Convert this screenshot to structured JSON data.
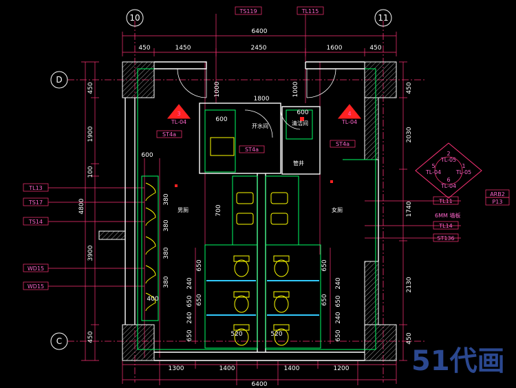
{
  "colors": {
    "background": "#000000",
    "wall": "#ffffff",
    "partition": "#00ff66",
    "grid": "#ff3377",
    "dimension": "#ff3377",
    "fixture": "#ffff00",
    "bar": "#33ccff",
    "tag": "#ff66cc",
    "watermark": "#3355aa"
  },
  "grid_axes": {
    "top_left": "10",
    "top_right": "11",
    "left_top": "D",
    "left_bottom": "C"
  },
  "top_dims": {
    "overall": "6400",
    "segments": [
      "450",
      "1450",
      "2450",
      "1600",
      "450"
    ]
  },
  "bottom_dims": {
    "overall": "6400",
    "segments": [
      "1300",
      "1400",
      "1400",
      "1200"
    ]
  },
  "left_dims": {
    "overall": "4800",
    "segments": [
      "450",
      "1900",
      "100",
      "3900",
      "450"
    ]
  },
  "right_dims": {
    "segments": [
      "450",
      "2030",
      "1740",
      "2130",
      "450"
    ]
  },
  "interior_dims": [
    "1000",
    "1000",
    "1800",
    "600",
    "600",
    "600",
    "700",
    "650",
    "650",
    "240",
    "650",
    "240",
    "650",
    "520",
    "520",
    "380",
    "380",
    "380",
    "380",
    "400",
    "650",
    "650",
    "240",
    "650",
    "240",
    "650"
  ],
  "top_tags": [
    "TS119",
    "TL115"
  ],
  "left_tags": [
    "TL13",
    "TS17",
    "TS14",
    "WD15",
    "WD15"
  ],
  "right_tags": [
    "TL11",
    "TL14",
    "ST136",
    "ARB2",
    "P13"
  ],
  "inner_tags": [
    "ST4a",
    "ST4a",
    "ST4a"
  ],
  "section_marks": [
    {
      "num": "3",
      "ref": "TL-04"
    },
    {
      "num": "4",
      "ref": "TL-04"
    }
  ],
  "diamond": {
    "top": "2",
    "top_ref": "TL-05",
    "left": "5",
    "left_ref": "TL-04",
    "right": "1",
    "right_ref": "TL-05",
    "bottom": "6",
    "bottom_ref": "TL-04"
  },
  "rooms": {
    "water_room": "开水间",
    "cleaning_room": "清洁间",
    "shaft": "管井",
    "mens": "男厕",
    "womens": "女厕"
  },
  "notes": {
    "thickness": "6MM 墙板"
  },
  "watermark": "51代画"
}
